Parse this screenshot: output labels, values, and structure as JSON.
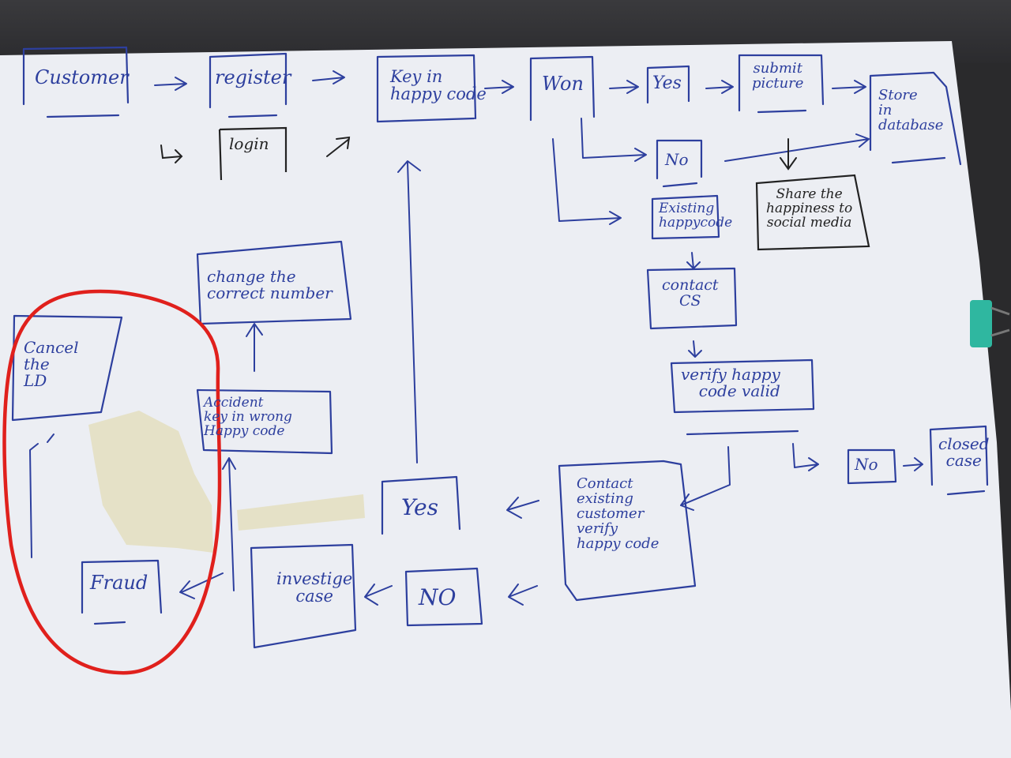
{
  "colors": {
    "ink": "#2d3f9e",
    "pencil": "#222222",
    "highlight": "#e0201c",
    "paper": "#eceef3"
  },
  "nodes": {
    "customer": "Customer",
    "register": "register",
    "login": "login",
    "key_in_happy_code": "Key in\nhappy code",
    "won": "Won",
    "yes_top": "Yes",
    "submit_picture": "submit\npicture",
    "store_in_database": "Store\nin\ndatabase",
    "no_top": "No",
    "share_the_happiness": "Share the\nhappiness to\nsocial media",
    "existing_happy_code": "Existing\nhappycode",
    "contact_cs": "contact\nCS",
    "verify_happy_code_valid": "verify happy\ncode valid",
    "no_right": "No",
    "closed_case": "closed\ncase",
    "contact_existing_customer": "Contact\nexisting\ncustomer\nverify\nhappy code",
    "yes_bottom": "Yes",
    "no_bottom": "NO",
    "investigate_case": "investige\ncase",
    "fraud": "Fraud",
    "accident_key_in_wrong": "Accident\nkey in wrong\nHappy code",
    "change_the_correct_number": "change the\ncorrect number",
    "cancel_the_lD": "Cancel\nthe\nLD"
  }
}
